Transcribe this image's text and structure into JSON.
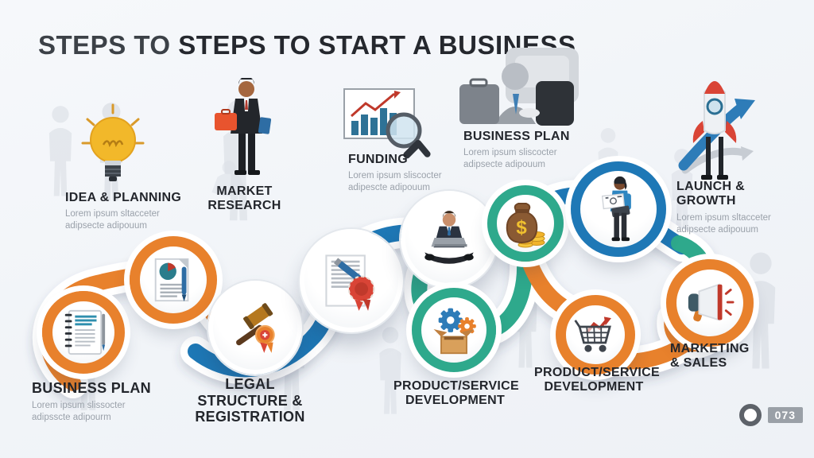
{
  "title": {
    "prefix": "STEPS TO ",
    "main": "STEPS TO START A BUSINESS"
  },
  "colors": {
    "orange": "#E8812C",
    "blue": "#1E78B6",
    "teal": "#2EA98C",
    "background": "#F3F5F8",
    "heading": "#23262C",
    "muted": "#9AA1AA",
    "accent_red": "#C0392B"
  },
  "icons": {
    "dollar": "$"
  },
  "badge": {
    "number": "073"
  },
  "steps": {
    "idea": {
      "label": "IDEA & PLANNING",
      "desc": "Lorem ipsum sltacceter adipsecte adipouum"
    },
    "market": {
      "label": "MARKET RESEARCH",
      "desc": ""
    },
    "funding": {
      "label": "FUNDING",
      "desc": "Lorem ipsum sliscocter adipescte adipouum"
    },
    "business_top": {
      "label": "BUSINESS PLAN",
      "desc": "Lorem ipsum sliscocter adipsecte adipouum"
    },
    "launch": {
      "label": "LAUNCH & GROWTH",
      "desc": "Lorem ipsum sltacceter adipsecte adipouum"
    },
    "business_bottom": {
      "label": "BUSINESS PLAN",
      "desc": "Lorem ipsum slissocter adipsscte adipourm"
    },
    "legal": {
      "label": "LEGAL STRUCTURE & REGISTRATION",
      "desc": ""
    },
    "product1": {
      "label": "PRODUCT/SERVICE DEVELOPMENT",
      "desc": ""
    },
    "product2": {
      "label": "PRODUCT/SERVICE DEVELOPMENT",
      "desc": ""
    },
    "marketing": {
      "label": "MARKETING & SALES",
      "desc": ""
    }
  }
}
